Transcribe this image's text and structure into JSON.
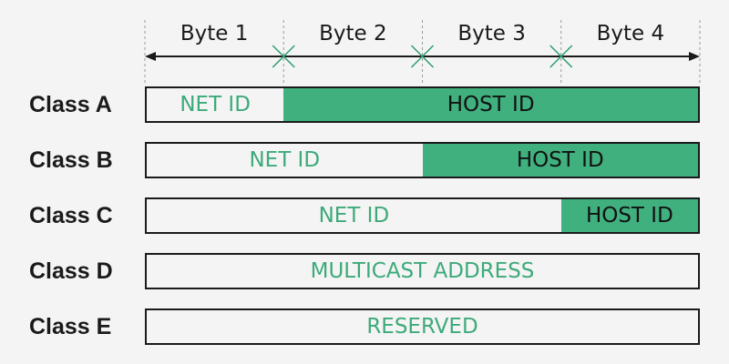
{
  "bytes": [
    "Byte 1",
    "Byte 2",
    "Byte 3",
    "Byte 4"
  ],
  "classes": [
    {
      "label": "Class A",
      "net_bytes": 1,
      "net": "NET ID",
      "host": "HOST ID"
    },
    {
      "label": "Class B",
      "net_bytes": 2,
      "net": "NET ID",
      "host": "HOST ID"
    },
    {
      "label": "Class C",
      "net_bytes": 3,
      "net": "NET ID",
      "host": "HOST ID"
    },
    {
      "label": "Class D",
      "full": "MULTICAST ADDRESS"
    },
    {
      "label": "Class E",
      "full": "RESERVED"
    }
  ],
  "colors": {
    "host_fill": "#40b07f",
    "net_text": "#3daa7a",
    "outline": "#1a1a1a",
    "background": "#f4f4f4"
  }
}
